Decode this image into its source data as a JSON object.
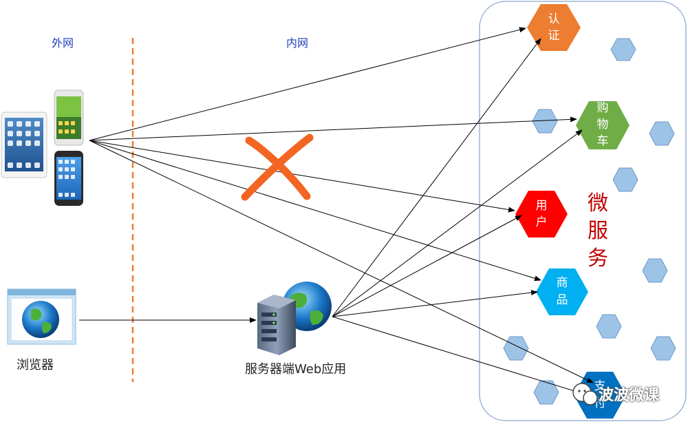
{
  "labels": {
    "outer_net": "外网",
    "inner_net": "内网",
    "browser": "浏览器",
    "web_app": "服务器端Web应用",
    "microservices": "微服务",
    "watermark": "波波微课"
  },
  "services": [
    {
      "id": "auth",
      "text": [
        "认",
        "证"
      ],
      "color": "#ed7d31",
      "text_color": "#ffffff"
    },
    {
      "id": "cart",
      "text": [
        "购",
        "物",
        "车"
      ],
      "color": "#70ad47",
      "text_color": "#ffffff"
    },
    {
      "id": "user",
      "text": [
        "用",
        "户"
      ],
      "color": "#ff0000",
      "text_color": "#ffffff"
    },
    {
      "id": "product",
      "text": [
        "商",
        "品"
      ],
      "color": "#00b0f0",
      "text_color": "#ffffff"
    },
    {
      "id": "payment",
      "text": [
        "支",
        "付"
      ],
      "color": "#0070c0",
      "text_color": "#ffffff"
    }
  ],
  "colors": {
    "divider": "#ed7d31",
    "cross": "#f26522",
    "zone_border": "#9ab3d5",
    "decor_hex": "#9dc3e6",
    "microservices_text": "#c00000",
    "arrow": "#000000"
  }
}
